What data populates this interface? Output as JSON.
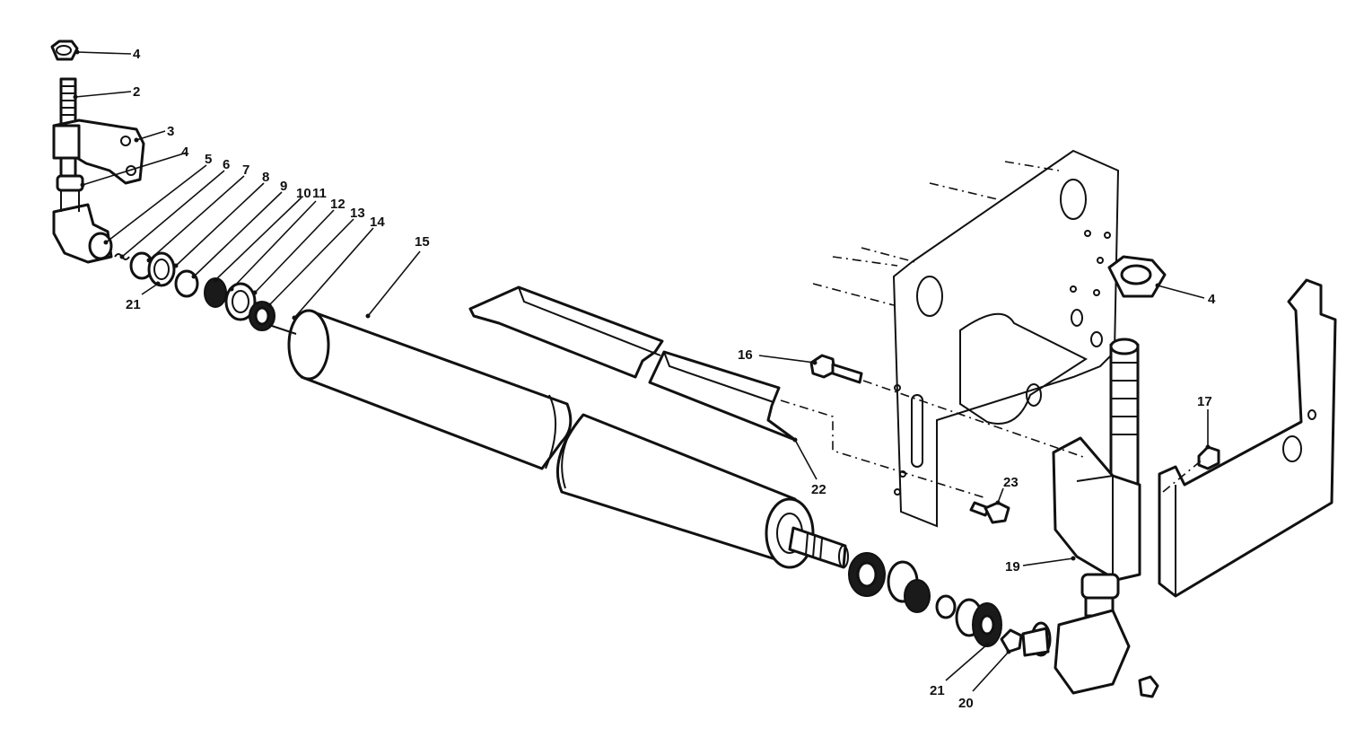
{
  "callouts": {
    "c2": "2",
    "c3": "3",
    "c4a": "4",
    "c4b": "4",
    "c4c": "4",
    "c5": "5",
    "c6": "6",
    "c7": "7",
    "c8": "8",
    "c9": "9",
    "c10": "10",
    "c11": "11",
    "c12": "12",
    "c13": "13",
    "c14": "14",
    "c15": "15",
    "c16": "16",
    "c17": "17",
    "c19": "19",
    "c20": "20",
    "c21a": "21",
    "c21b": "21",
    "c22": "22",
    "c23": "23"
  },
  "colors": {
    "ink": "#111111",
    "paper": "#ffffff"
  }
}
